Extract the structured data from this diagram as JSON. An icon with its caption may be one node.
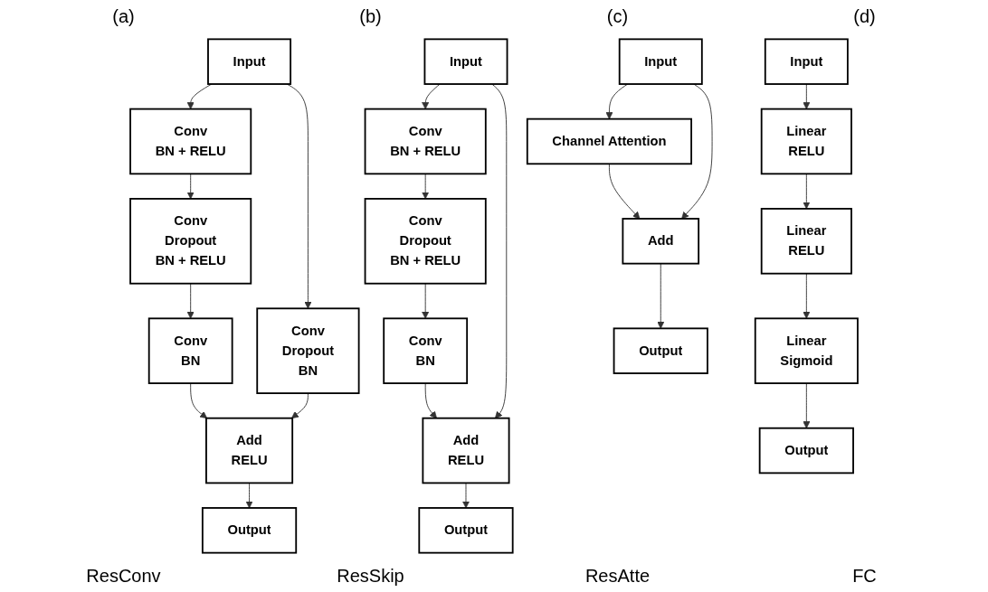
{
  "diagram": {
    "nodes": [
      {
        "text": [
          "Input"
        ]
      },
      {
        "text": [
          "Conv",
          "BN + RELU"
        ]
      },
      {
        "text": [
          "Conv",
          "Dropout",
          "BN + RELU"
        ]
      },
      {
        "text": [
          "Conv",
          "Dropout",
          "BN"
        ]
      },
      {
        "text": [
          "Conv",
          "BN"
        ]
      },
      {
        "text": [
          "Add",
          "RELU"
        ]
      },
      {
        "text": [
          "Output"
        ]
      },
      {
        "text": [
          "Input"
        ]
      },
      {
        "text": [
          "Conv",
          "BN + RELU"
        ]
      },
      {
        "text": [
          "Conv",
          "Dropout",
          "BN + RELU"
        ]
      },
      {
        "text": [
          "Conv",
          "BN"
        ]
      },
      {
        "text": [
          "Add",
          "RELU"
        ]
      },
      {
        "text": [
          "Output"
        ]
      },
      {
        "text": [
          "Input"
        ]
      },
      {
        "text": [
          "Channel Attention"
        ]
      },
      {
        "text": [
          "Add"
        ]
      },
      {
        "text": [
          "Output"
        ]
      },
      {
        "text": [
          "Input"
        ]
      },
      {
        "text": [
          "Linear",
          "RELU"
        ]
      },
      {
        "text": [
          "Linear",
          "RELU"
        ]
      },
      {
        "text": [
          "Linear",
          "Sigmoid"
        ]
      },
      {
        "text": [
          "Output"
        ]
      }
    ],
    "edges": [
      {
        "from": 0,
        "to": 1,
        "arrow": "to"
      },
      {
        "from": 0,
        "to": 3,
        "arrow": "to"
      },
      {
        "from": 1,
        "to": 2,
        "arrow": "to"
      },
      {
        "from": 2,
        "to": 4,
        "arrow": "to"
      },
      {
        "from": 4,
        "to": 5,
        "arrow": "to"
      },
      {
        "from": 3,
        "to": 5,
        "arrow": "to"
      },
      {
        "from": 5,
        "to": 6,
        "arrow": "to"
      },
      {
        "from": 7,
        "to": 8,
        "arrow": "to"
      },
      {
        "from": 8,
        "to": 9,
        "arrow": "to"
      },
      {
        "from": 9,
        "to": 10,
        "arrow": "to"
      },
      {
        "from": 10,
        "to": 11,
        "arrow": "to"
      },
      {
        "from": 7,
        "to": 11,
        "arrow": "to"
      },
      {
        "from": 11,
        "to": 12,
        "arrow": "to"
      },
      {
        "from": 13,
        "to": 14,
        "arrow": "to"
      },
      {
        "from": 14,
        "to": 15,
        "arrow": "to"
      },
      {
        "from": 13,
        "to": 15,
        "arrow": "to"
      },
      {
        "from": 15,
        "to": 16,
        "arrow": "to"
      },
      {
        "from": 17,
        "to": 18,
        "arrow": "to"
      },
      {
        "from": 18,
        "to": 19,
        "arrow": "to"
      },
      {
        "from": 19,
        "to": 20,
        "arrow": "to"
      },
      {
        "from": 20,
        "to": 21,
        "arrow": "to"
      }
    ],
    "labels": [
      "(a)",
      "(b)",
      "(c)",
      "(d)",
      "ResConv",
      "ResSkip",
      "ResAtte",
      "FC"
    ]
  }
}
